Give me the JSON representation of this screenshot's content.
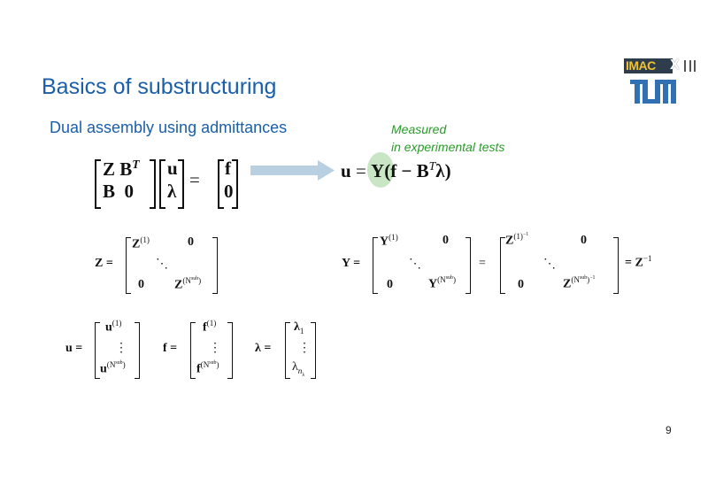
{
  "slide": {
    "title": "Basics of substructuring",
    "subtitle": "Dual assembly using admittances",
    "note_line1": "Measured",
    "note_line2": "in experimental tests",
    "page_number": "9",
    "colors": {
      "title": "#1a5fa8",
      "note": "#2a9a2a",
      "highlight": "#c8e6c4",
      "arrow": "#b8d0e2",
      "tum_blue": "#3070b3"
    }
  },
  "logos": {
    "conference": "IMAC",
    "conference_x": "X",
    "university": "TUM"
  },
  "equations": {
    "system": {
      "matrix": [
        [
          "Z",
          "B",
          "T"
        ],
        [
          "B",
          "0"
        ]
      ],
      "unknowns": [
        "u",
        "λ"
      ],
      "rhs": [
        "f",
        "0"
      ],
      "equals": "="
    },
    "solution": {
      "lhs": "u",
      "equals": "=",
      "Y": "Y",
      "open": "(f − ",
      "B": "B",
      "T": "T",
      "lam": "λ)"
    },
    "Zdef": {
      "name": "Z =",
      "top_left": "Z",
      "top_left_sup": "(1)",
      "top_right": "0",
      "dots": "⋱",
      "bottom_left": "0",
      "bottom_right": "Z",
      "bottom_right_sup": "(N",
      "bottom_right_supsup": "sub",
      "close": ")"
    },
    "Ydef": {
      "name": "Y =",
      "top_left": "Y",
      "top_left_sup": "(1)",
      "top_right": "0",
      "dots": "⋱",
      "bottom_left": "0",
      "bottom_right": "Y",
      "bottom_right_sup": "(N",
      "bottom_right_supsup": "sub",
      "close": ")",
      "equals": "=",
      "inv_top_left": "Z",
      "inv_top_left_sup": "(1)",
      "inv_exp": "−1",
      "inv_top_right": "0",
      "inv_bottom_left": "0",
      "inv_bottom_right": "Z",
      "result": "= Z",
      "result_exp": "−1"
    },
    "vectors": [
      {
        "name": "u =",
        "top": "u",
        "top_sup": "(1)",
        "vdots": "⋮",
        "bottom": "u"
      },
      {
        "name": "f =",
        "top": "f",
        "top_sup": "(1)",
        "vdots": "⋮",
        "bottom": "f"
      },
      {
        "name": "λ =",
        "top": "λ",
        "top_sub": "1",
        "vdots": "⋮",
        "bottom": "λ",
        "bottom_sub": "n",
        "bottom_subsub": "λ"
      }
    ]
  }
}
